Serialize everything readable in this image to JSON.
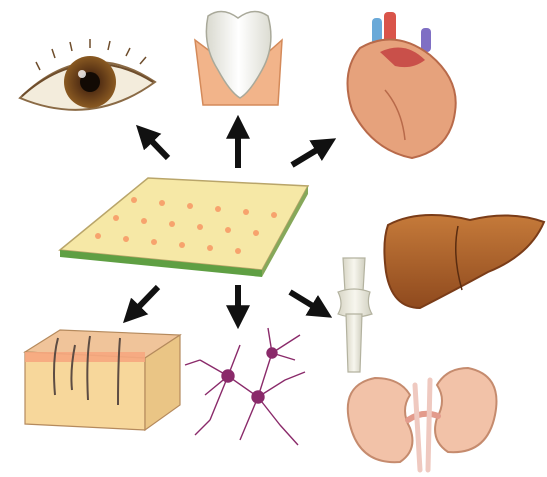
{
  "diagram": {
    "center": {
      "icon": "cell-sheet-icon"
    },
    "targets": [
      {
        "id": "eye",
        "icon": "eye-icon"
      },
      {
        "id": "tooth",
        "icon": "tooth-icon"
      },
      {
        "id": "heart",
        "icon": "heart-icon"
      },
      {
        "id": "liver",
        "icon": "liver-icon"
      },
      {
        "id": "bone",
        "icon": "bone-icon"
      },
      {
        "id": "kidney",
        "icon": "kidney-icon"
      },
      {
        "id": "nerve",
        "icon": "nerve-cell-icon"
      },
      {
        "id": "skin",
        "icon": "skin-icon"
      }
    ],
    "arrow_color": "#111111"
  }
}
